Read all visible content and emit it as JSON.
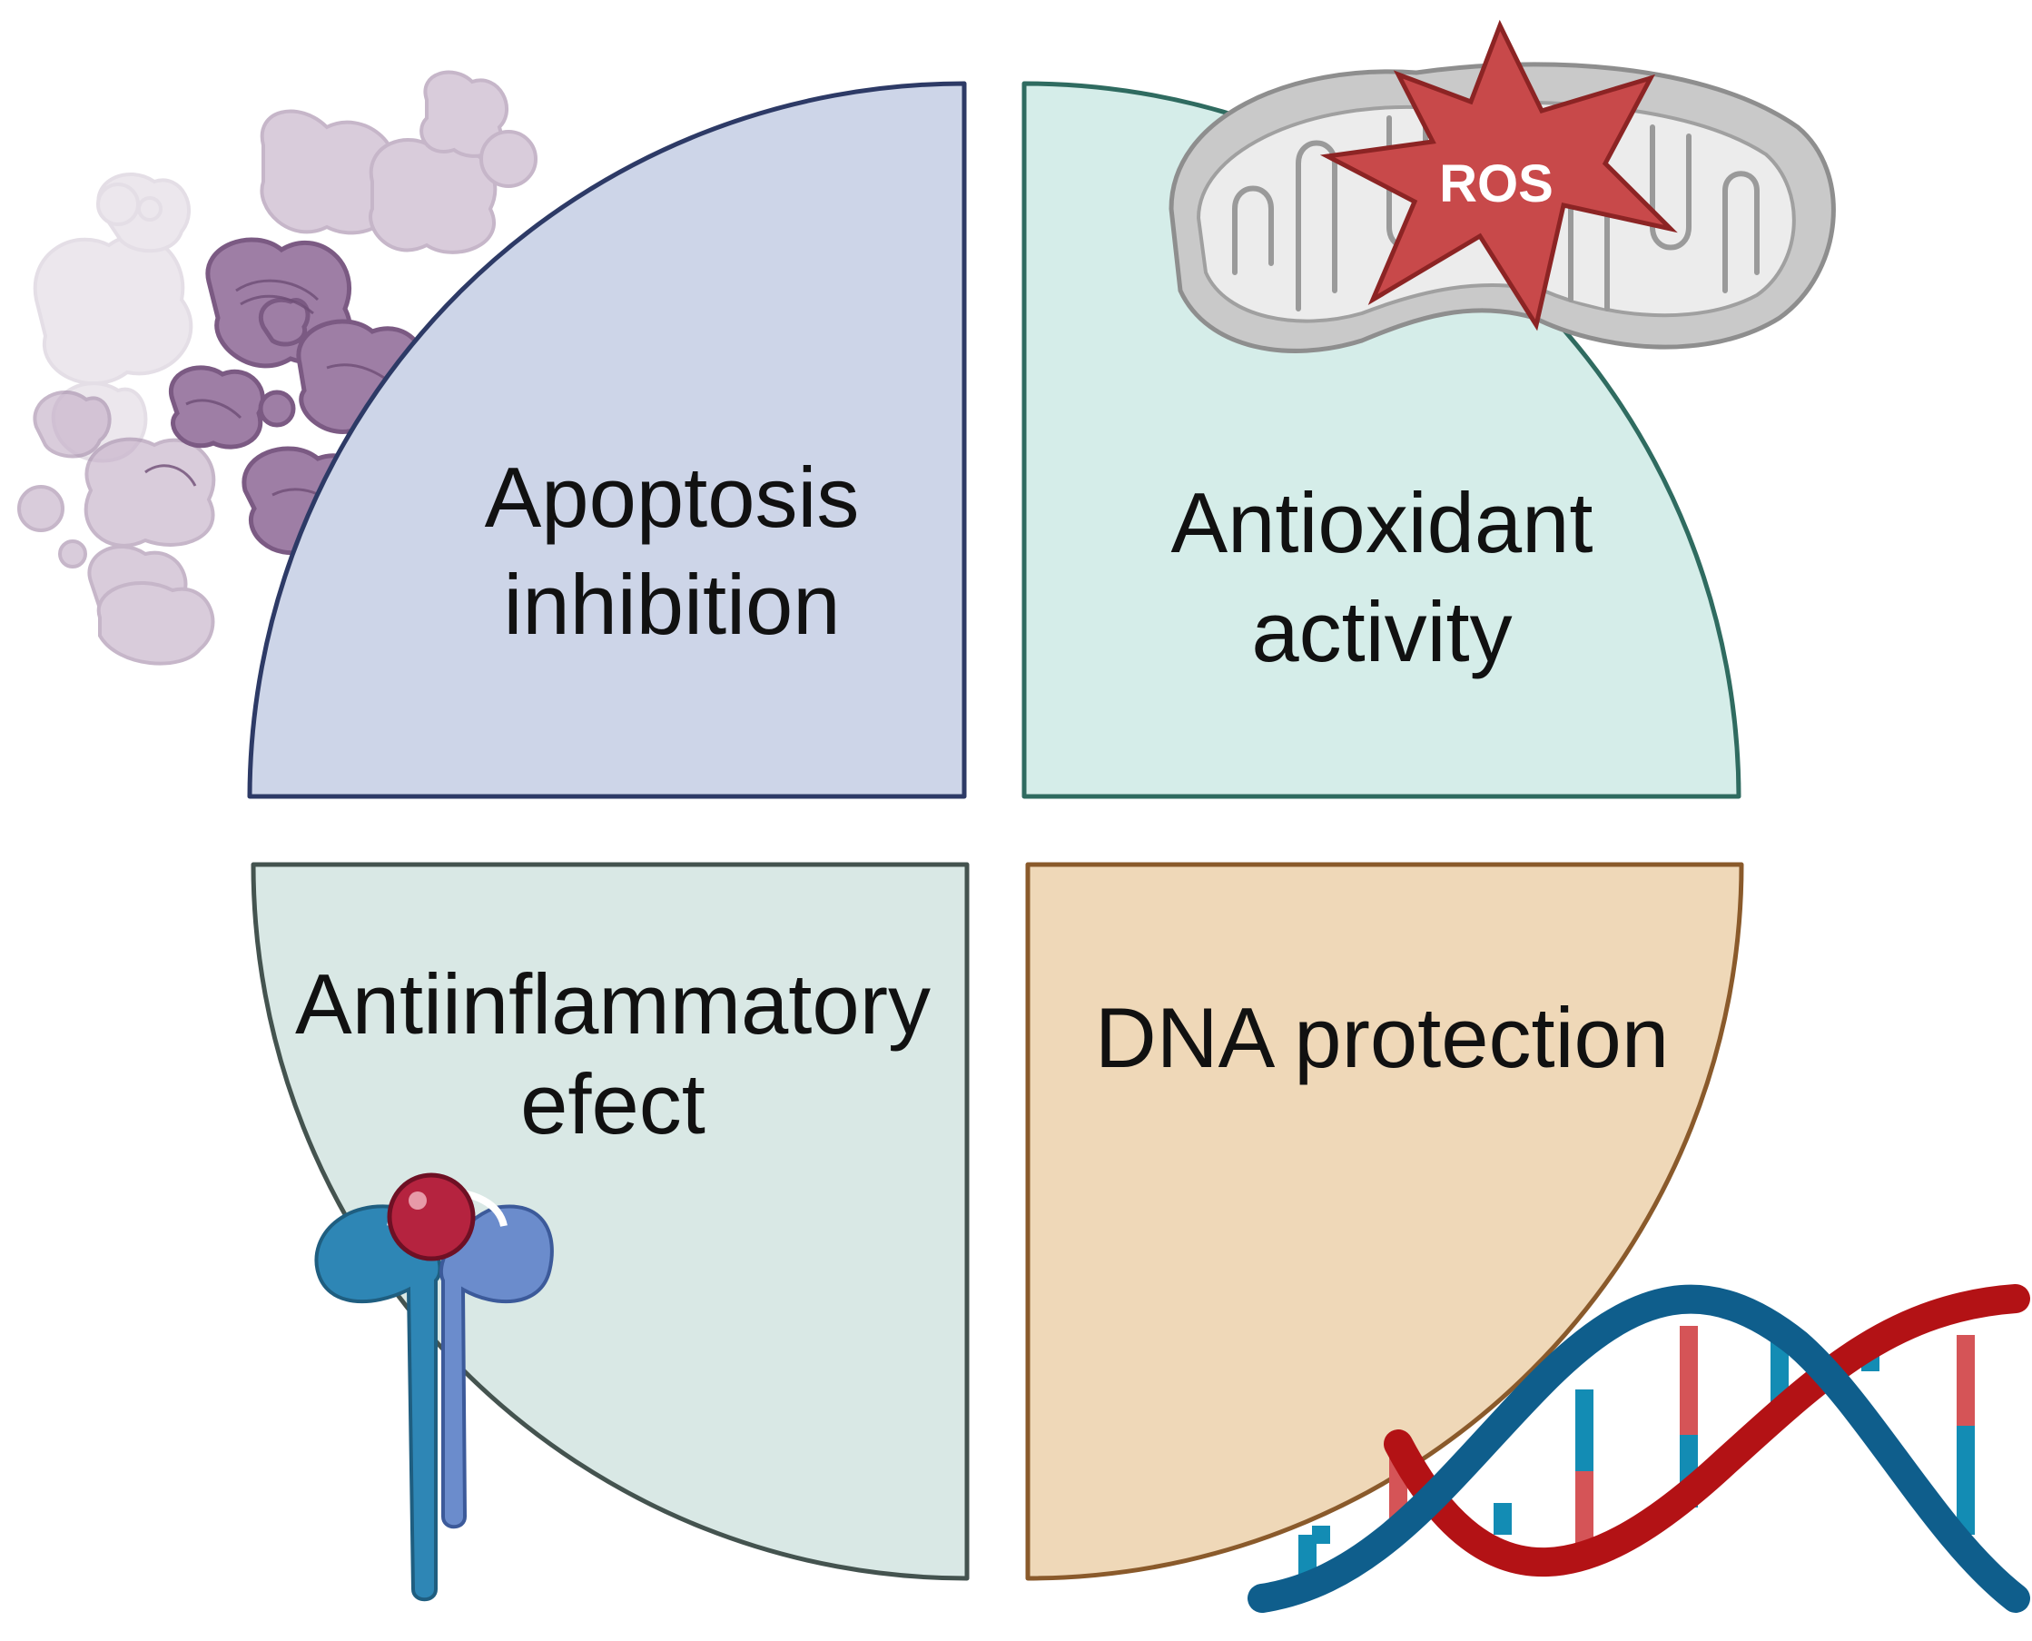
{
  "quadrants": {
    "top_left": {
      "line1": "Apoptosis",
      "line2": "inhibition",
      "fill": "#cdd5e8",
      "stroke": "#2d3a66"
    },
    "top_right": {
      "line1": "Antioxidant",
      "line2": "activity",
      "fill": "#d5ede9",
      "stroke": "#2f6b60"
    },
    "bottom_left": {
      "line1": "Antiinflammatory",
      "line2": "efect",
      "fill": "#d9e8e5",
      "stroke": "#44534f"
    },
    "bottom_right": {
      "line1": "DNA protection",
      "fill": "#efd8b8",
      "stroke": "#8a5a2b"
    }
  },
  "ros_burst": {
    "label": "ROS",
    "fill": "#c8494a",
    "stroke": "#8c2424"
  },
  "icons": {
    "cells": "apoptotic-cells-icon",
    "mitochondrion": "mitochondrion-icon",
    "receptor": "receptor-icon",
    "dna": "dna-helix-icon"
  },
  "colors": {
    "cells": "#b8a2bd",
    "mitochondrion": "#cfcfcf",
    "receptor_left": "#2e86b5",
    "receptor_right": "#6b8ccc",
    "ligand": "#b5233f",
    "dna_blue": "#0f5e8c",
    "dna_red": "#b31215"
  }
}
